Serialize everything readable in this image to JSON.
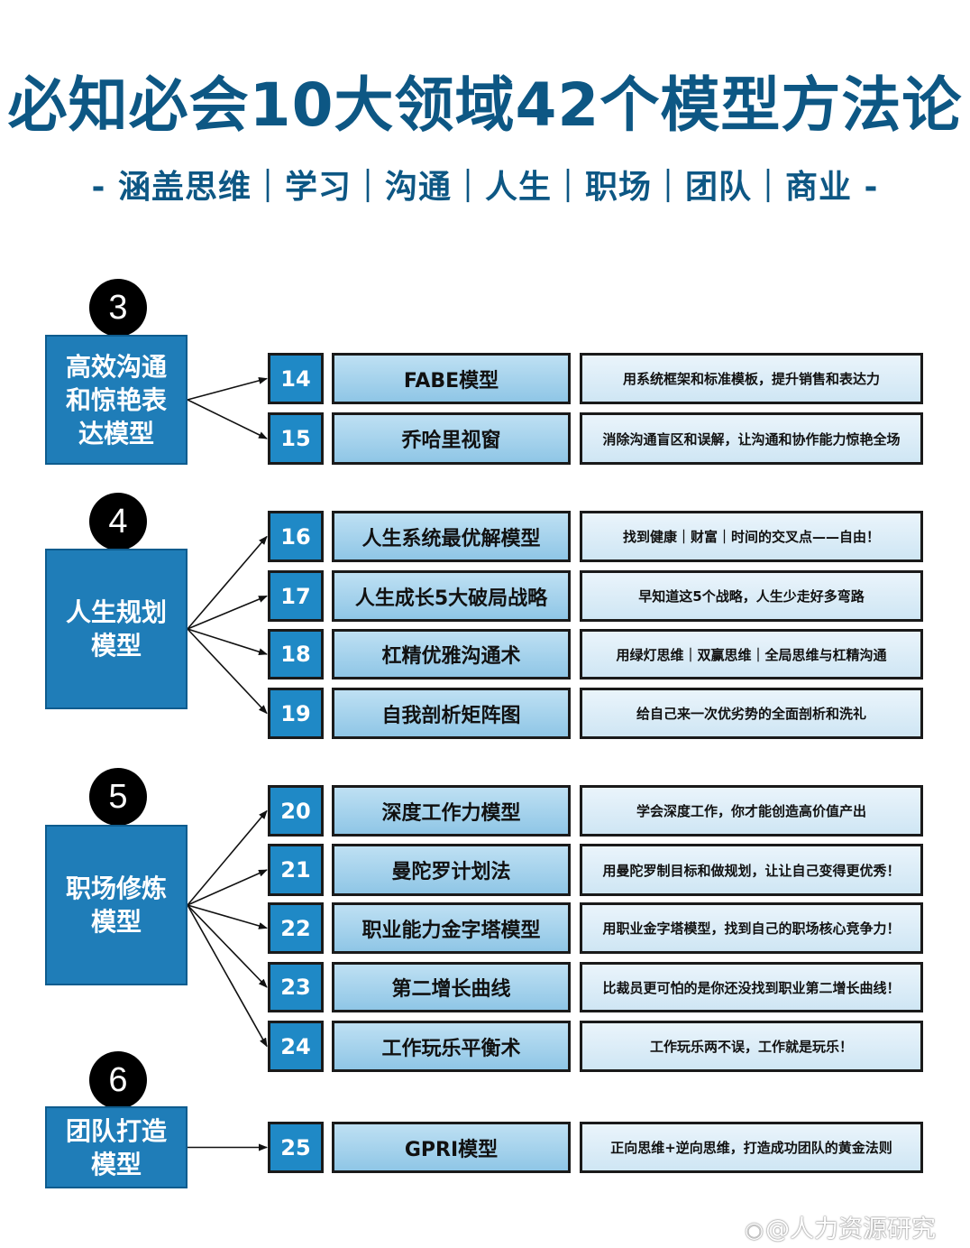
{
  "title": "必知必会10大领域42个模型方法论",
  "subtitle": "- 涵盖思维｜学习｜沟通｜人生｜职场｜团队｜商业 -",
  "sections": [
    {
      "number": "3",
      "label": "高效沟通和惊艳表达模型",
      "items": [
        {
          "num": "14",
          "name": "FABE模型",
          "desc": "用系统框架和标准模板，提升销售和表达力"
        },
        {
          "num": "15",
          "name": "乔哈里视窗",
          "desc": "消除沟通盲区和误解，让沟通和协作能力惊艳全场"
        }
      ]
    },
    {
      "number": "4",
      "label": "人生规划模型",
      "items": [
        {
          "num": "16",
          "name": "人生系统最优解模型",
          "desc": "找到健康｜财富｜时间的交叉点——自由！"
        },
        {
          "num": "17",
          "name": "人生成长5大破局战略",
          "desc": "早知道这5个战略，人生少走好多弯路"
        },
        {
          "num": "18",
          "name": "杠精优雅沟通术",
          "desc": "用绿灯思维｜双赢思维｜全局思维与杠精沟通"
        },
        {
          "num": "19",
          "name": "自我剖析矩阵图",
          "desc": "给自己来一次优劣势的全面剖析和洗礼"
        }
      ]
    },
    {
      "number": "5",
      "label": "职场修炼模型",
      "items": [
        {
          "num": "20",
          "name": "深度工作力模型",
          "desc": "学会深度工作，你才能创造高价值产出"
        },
        {
          "num": "21",
          "name": "曼陀罗计划法",
          "desc": "用曼陀罗制目标和做规划，让让自己变得更优秀！"
        },
        {
          "num": "22",
          "name": "职业能力金字塔模型",
          "desc": "用职业金字塔模型，找到自己的职场核心竞争力！"
        },
        {
          "num": "23",
          "name": "第二增长曲线",
          "desc": "比裁员更可怕的是你还没找到职业第二增长曲线！"
        },
        {
          "num": "24",
          "name": "工作玩乐平衡术",
          "desc": "工作玩乐两不误，工作就是玩乐！"
        }
      ]
    },
    {
      "number": "6",
      "label": "团队打造模型",
      "items": [
        {
          "num": "25",
          "name": "GPRI模型",
          "desc": "正向思维+逆向思维，打造成功团队的黄金法则"
        }
      ]
    }
  ],
  "watermark": {
    "icon": "weibo-icon",
    "text": "@人力资源研究"
  },
  "colors": {
    "title": "#0d5784",
    "section_box": "#1f7db8",
    "number_cell": "#1f89c6",
    "name_cell": "#a8d4ee",
    "desc_cell": "#e3f0f9"
  }
}
